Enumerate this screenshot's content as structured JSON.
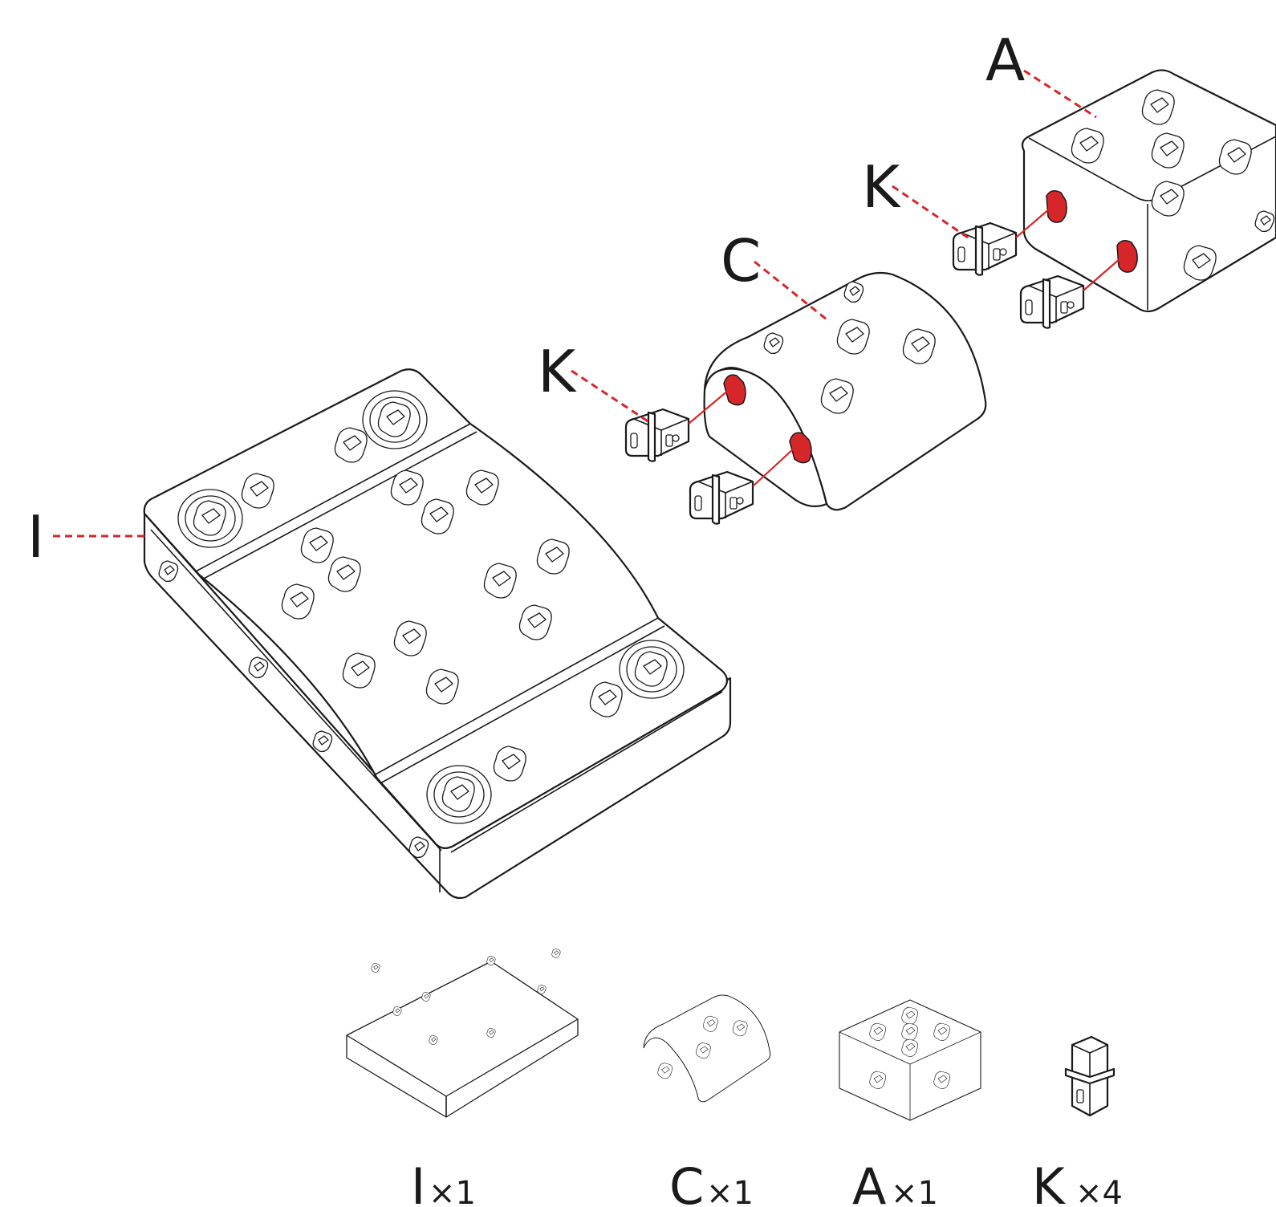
{
  "colors": {
    "accent": "#d7262a",
    "ink": "#1a1a1a",
    "background": "#ffffff"
  },
  "callouts": {
    "A": "A",
    "C": "C",
    "K_upper": "K",
    "K_lower": "K",
    "I": "I"
  },
  "parts_list": [
    {
      "letter": "I",
      "qty": "×1"
    },
    {
      "letter": "C",
      "qty": "×1"
    },
    {
      "letter": "A",
      "qty": "×1"
    },
    {
      "letter": "K",
      "qty": "×4"
    }
  ]
}
